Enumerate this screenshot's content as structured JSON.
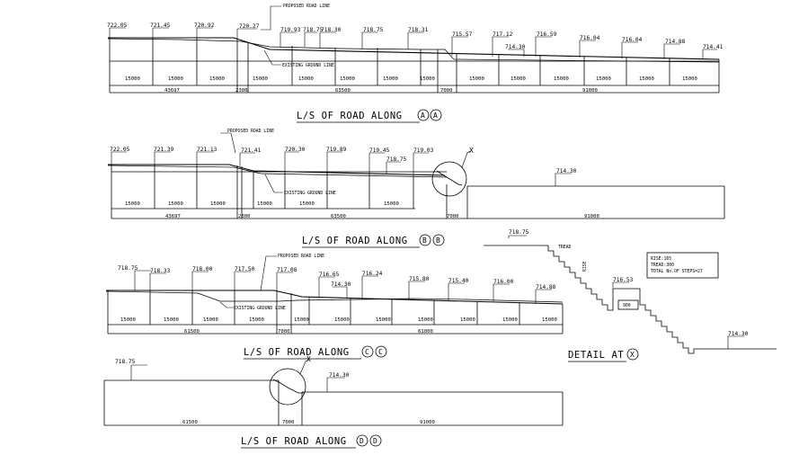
{
  "drawing": {
    "section_a": {
      "title": "L/S OF ROAD ALONG",
      "marks": [
        "A",
        "A"
      ],
      "proposed_label": "PROPOSED ROAD LINE",
      "existing_label": "EXISTING GROUND LINE",
      "levels": [
        "722.05",
        "721.45",
        "720.92",
        "720.27",
        "719.93",
        "718.75",
        "718.30",
        "718.75",
        "718.31",
        "715.57",
        "717.12",
        "714.30",
        "716.59",
        "716.04",
        "716.04",
        "714.88",
        "714.41"
      ],
      "segment_dims": [
        "15000",
        "15000",
        "15000",
        "15000",
        "15000",
        "15000",
        "15000",
        "15000",
        "15000",
        "15000",
        "15000",
        "15000",
        "15000",
        "15000"
      ],
      "total_dims": [
        "43697",
        "2300",
        "63500",
        "7000",
        "91000"
      ]
    },
    "section_b": {
      "title": "L/S OF ROAD ALONG",
      "marks": [
        "B",
        "B"
      ],
      "proposed_label": "PROPOSED ROAD LINE",
      "existing_label": "EXISTING GROUND LINE",
      "circle_mark": "X",
      "levels": [
        "722.05",
        "721.39",
        "721.13",
        "721.41",
        "720.30",
        "719.89",
        "719.45",
        "719.03",
        "718.75",
        "714.30"
      ],
      "segment_dims": [
        "15000",
        "15000",
        "15000",
        "15000",
        "15000",
        "15000"
      ],
      "total_dims": [
        "43697",
        "2300",
        "63500",
        "7000",
        "91000"
      ]
    },
    "section_c": {
      "title": "L/S OF ROAD ALONG",
      "marks": [
        "C",
        "C"
      ],
      "proposed_label": "PROPOSED ROAD LINE",
      "existing_label": "EXISTING GROUND LINE",
      "levels": [
        "718.75",
        "718.33",
        "718.00",
        "717.50",
        "717.08",
        "716.65",
        "714.30",
        "716.24",
        "715.80",
        "715.40",
        "716.00",
        "714.88"
      ],
      "segment_dims": [
        "15000",
        "15000",
        "15000",
        "15000",
        "15000",
        "15000",
        "15000",
        "15000",
        "15000",
        "15000",
        "15000"
      ],
      "total_dims": [
        "61500",
        "7000",
        "61000"
      ]
    },
    "section_d": {
      "title": "L/S OF ROAD ALONG",
      "marks": [
        "D",
        "D"
      ],
      "circle_mark": "X",
      "levels": [
        "718.75",
        "714.30"
      ],
      "total_dims": [
        "61500",
        "7000",
        "91000"
      ]
    },
    "detail_x": {
      "title": "DETAIL AT",
      "mark": "X",
      "levels": [
        "718.75",
        "716.53",
        "714.30"
      ],
      "tread_label": "TREAD",
      "riser_label": "RISE",
      "step_dim": "900",
      "notes": [
        "RISE:165",
        "TREAD:300",
        "TOTAL No.OF STEPS=27"
      ]
    }
  }
}
